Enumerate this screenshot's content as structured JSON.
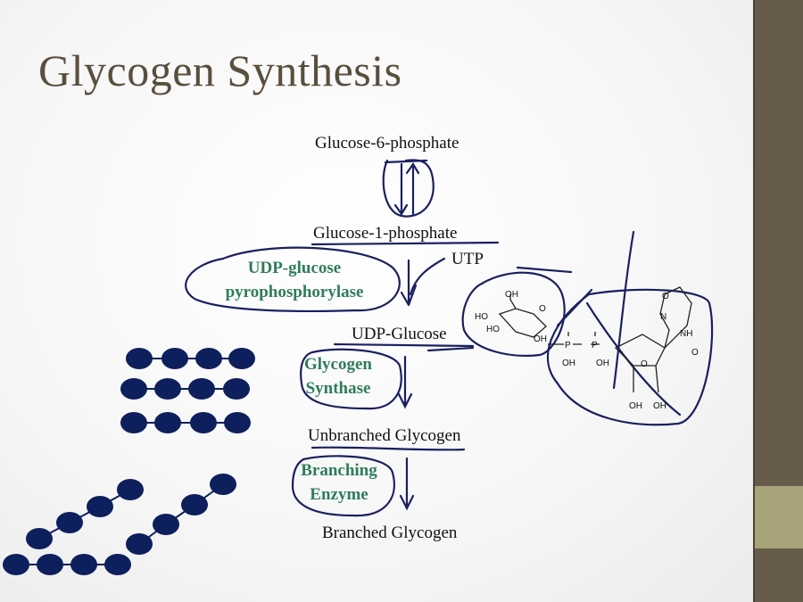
{
  "slide": {
    "title": "Glycogen Synthesis",
    "pathway": [
      "Glucose-6-phosphate",
      "Glucose-1-phosphate",
      "UDP-Glucose",
      "Unbranched Glycogen",
      "Branched Glycogen"
    ],
    "cofactor": "UTP",
    "enzymes": {
      "udp_line1": "UDP-glucose",
      "udp_line2": "pyrophosphorylase",
      "gs_line1": "Glycogen",
      "gs_line2": "Synthase",
      "be_line1": "Branching",
      "be_line2": "Enzyme"
    },
    "structure_labels": {
      "oh": "OH",
      "ho": "HO",
      "o": "O",
      "nh": "NH",
      "n": "N",
      "p": "P"
    }
  },
  "colors": {
    "title": "#5a4f3e",
    "enzyme": "#2e7d5a",
    "ink": "#1a2060",
    "sidebar": "#675c49",
    "sidebar_accent": "#a9a37a"
  }
}
